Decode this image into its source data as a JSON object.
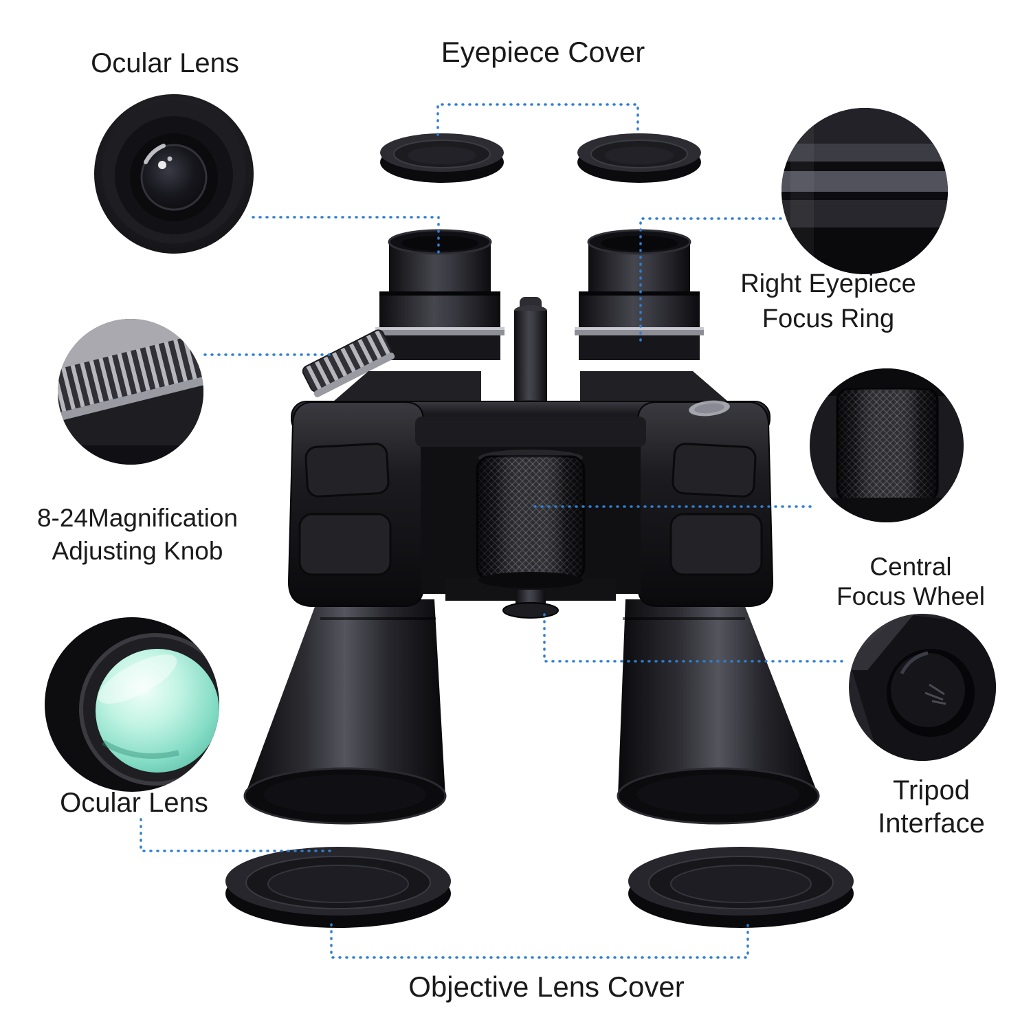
{
  "colors": {
    "leader_line": "#2e7fd0",
    "text": "#1a1a1a",
    "body_black": "#111114",
    "lens_green": "#84dcc5"
  },
  "labels": {
    "ocular_lens_top": "Ocular Lens",
    "eyepiece_cover": "Eyepiece Cover",
    "right_eyepiece_line1": "Right Eyepiece",
    "right_eyepiece_line2": "Focus Ring",
    "magnification_line1": "8-24Magnification",
    "magnification_line2": "Adjusting Knob",
    "central_focus_line1": "Central",
    "central_focus_line2": "Focus Wheel",
    "ocular_lens_bottom": "Ocular Lens",
    "tripod_line1": "Tripod",
    "tripod_line2": "Interface",
    "objective_lens_cover": "Objective Lens Cover"
  }
}
